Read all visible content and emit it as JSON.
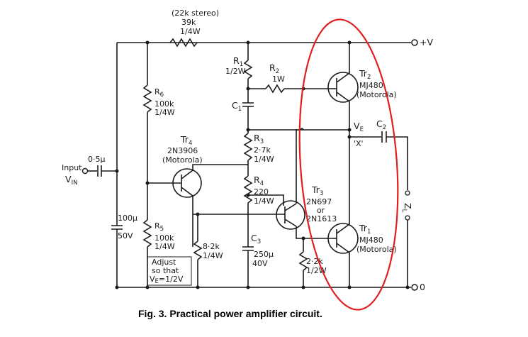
{
  "caption": "Fig. 3. Practical power amplifier circuit.",
  "highlight_color": "#e02020",
  "supply": {
    "plus": "+V",
    "zero": "0"
  },
  "input": {
    "label": "Input",
    "vin": "V",
    "vin_sub": "IN",
    "cap": "0·5µ"
  },
  "top_resistor": {
    "line1": "(22k stereo)",
    "line2": "39k",
    "line3": "1/4W"
  },
  "r1": {
    "name": "R",
    "sub": "1",
    "rating": "1/2W"
  },
  "r2": {
    "name": "R",
    "sub": "2",
    "rating": "1W"
  },
  "c1": {
    "name": "C",
    "sub": "1"
  },
  "r6": {
    "name": "R",
    "sub": "6",
    "value": "100k",
    "rating": "1/4W"
  },
  "tr4": {
    "name": "Tr",
    "sub": "4",
    "part": "2N3906",
    "maker": "(Motorola)"
  },
  "r3": {
    "name": "R",
    "sub": "3",
    "value": "2·7k",
    "rating": "1/4W"
  },
  "r4": {
    "name": "R",
    "sub": "4",
    "value": "220",
    "rating": "1/4W"
  },
  "tr3": {
    "name": "Tr",
    "sub": "3",
    "part1": "2N697",
    "or": "or",
    "part2": "2N1613"
  },
  "tr2": {
    "name": "Tr",
    "sub": "2",
    "part": "MJ480",
    "maker": "(Motorola)"
  },
  "tr1": {
    "name": "Tr",
    "sub": "1",
    "part": "MJ480",
    "maker": "(Motorola)"
  },
  "ve": {
    "v": "V",
    "sub": "E",
    "x_label": "'X'"
  },
  "c2": {
    "name": "C",
    "sub": "2"
  },
  "zl": {
    "name": "Z",
    "sub": "L"
  },
  "c_in": {
    "value": "100µ",
    "rating": "50V"
  },
  "r5": {
    "name": "R",
    "sub": "5",
    "value": "100k",
    "rating": "1/4W"
  },
  "adjust": {
    "line1": "Adjust",
    "line2": "so that",
    "line3": "V",
    "line3_sub": "E",
    "line3_tail": "=1/2V"
  },
  "r82k": {
    "value": "8·2k",
    "rating": "1/4W"
  },
  "c3": {
    "name": "C",
    "sub": "3",
    "value": "250µ",
    "rating": "40V"
  },
  "r22k": {
    "value": "2·2k",
    "rating": "1/2W"
  }
}
